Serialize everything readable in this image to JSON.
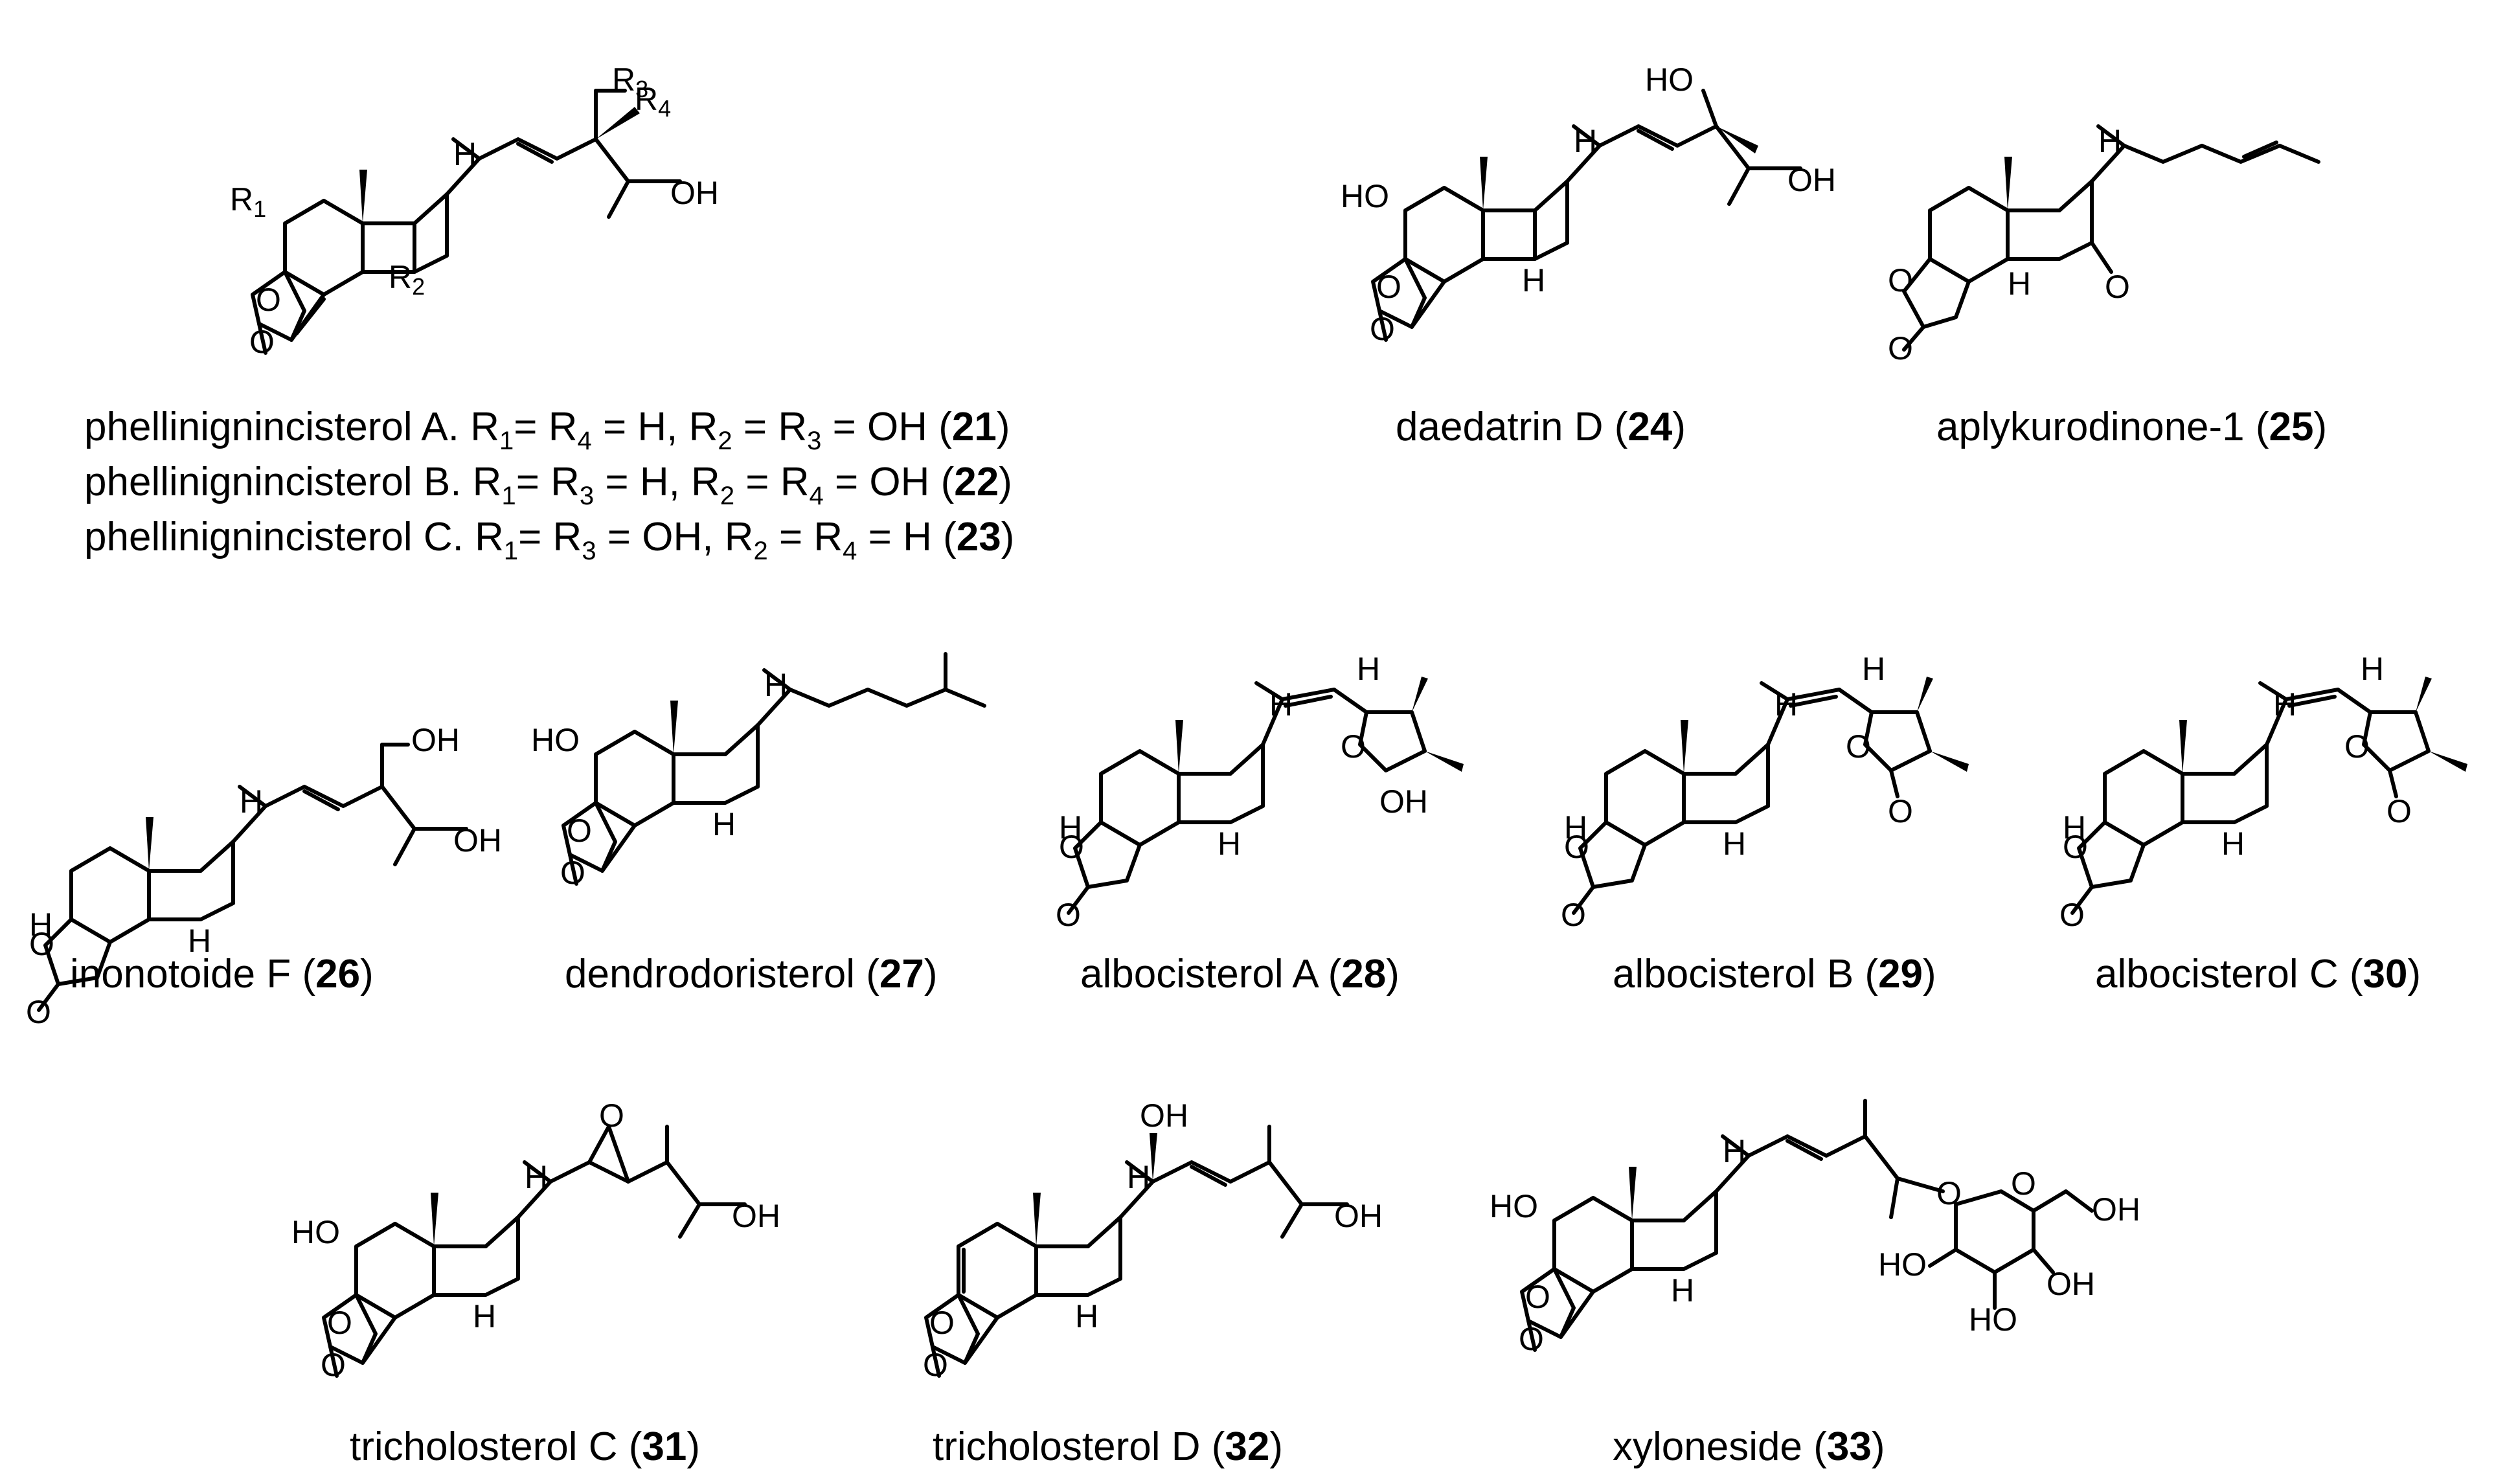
{
  "compounds": [
    {
      "id": "c21",
      "caption_name": "phellinignincisterol A. R",
      "r_text": "R1= R4 = H, R2 = R3 = OH",
      "number": "21"
    },
    {
      "id": "c22",
      "caption_name": "phellinignincisterol B. R",
      "r_text": "R1= R3 = H, R2 = R4 = OH",
      "number": "22"
    },
    {
      "id": "c23",
      "caption_name": "phellinignincisterol C. R",
      "r_text": "R1= R3 = OH, R2 = R4 = H",
      "number": "23"
    },
    {
      "id": "c24",
      "name": "daedatrin D",
      "number": "24"
    },
    {
      "id": "c25",
      "name": "aplykurodinone-1",
      "number": "25"
    },
    {
      "id": "c26",
      "name": "inonotoide F",
      "number": "26"
    },
    {
      "id": "c27",
      "name": "dendrodoristerol",
      "number": "27"
    },
    {
      "id": "c28",
      "name": "albocisterol A",
      "number": "28"
    },
    {
      "id": "c29",
      "name": "albocisterol B",
      "number": "29"
    },
    {
      "id": "c30",
      "name": "albocisterol C",
      "number": "30"
    },
    {
      "id": "c31",
      "name": "tricholosterol C",
      "number": "31"
    },
    {
      "id": "c32",
      "name": "tricholosterol D",
      "number": "32"
    },
    {
      "id": "c33",
      "name": "xyloneside",
      "number": "33"
    }
  ],
  "captions": {
    "c21_line": "phellinignincisterol A. R",
    "c22_line": "phellinignincisterol B. R",
    "c23_line": "phellinignincisterol C. R",
    "c24": "daedatrin D",
    "c25": "aplykurodinone-1",
    "c26": "inonotoide F",
    "c27": "dendrodoristerol",
    "c28": "albocisterol A",
    "c29": "albocisterol B",
    "c30": "albocisterol C",
    "c31": "tricholosterol C",
    "c32": "tricholosterol D",
    "c33": "xyloneside",
    "n21": "21",
    "n22": "22",
    "n23": "23",
    "n24": "24",
    "n25": "25",
    "n26": "26",
    "n27": "27",
    "n28": "28",
    "n29": "29",
    "n30": "30",
    "n31": "31",
    "n32": "32",
    "n33": "33"
  },
  "atom_labels": {
    "OH": "OH",
    "HO": "HO",
    "H": "H",
    "O": "O",
    "R1": "R1",
    "R2": "R2",
    "R3": "R3",
    "R4": "R4"
  }
}
